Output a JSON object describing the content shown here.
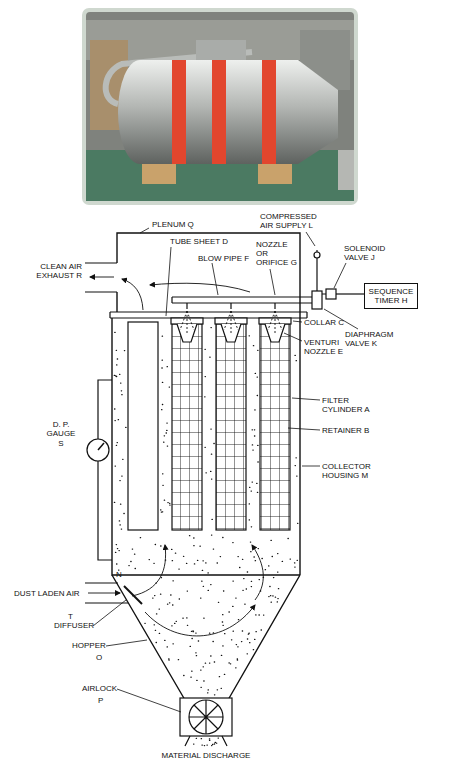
{
  "diagram": {
    "nodes": [
      {
        "text": [
          "SEQUENCE TIMER H"
        ]
      }
    ],
    "labels": [
      "PLENUM Q",
      "COMPRESSED AIR SUPPLY L",
      "SOLENOID VALVE J",
      "TUBE SHEET D",
      "NOZZLE OR ORIFICE G",
      "CLEAN AIR EXHAUST R",
      "BLOW PIPE F",
      "DIAPHRAGM VALVE K",
      "COLLAR C",
      "VENTURI NOZZLE E",
      "FILTER CYLINDER A",
      "RETAINER B",
      "COLLECTOR HOUSING M",
      "D. P. GAUGE",
      "S",
      "N",
      "DUST LADEN AIR",
      "T",
      "DIFFUSER",
      "HOPPER",
      "O",
      "AIRLOCK",
      "P",
      "MATERIAL DISCHARGE"
    ]
  }
}
